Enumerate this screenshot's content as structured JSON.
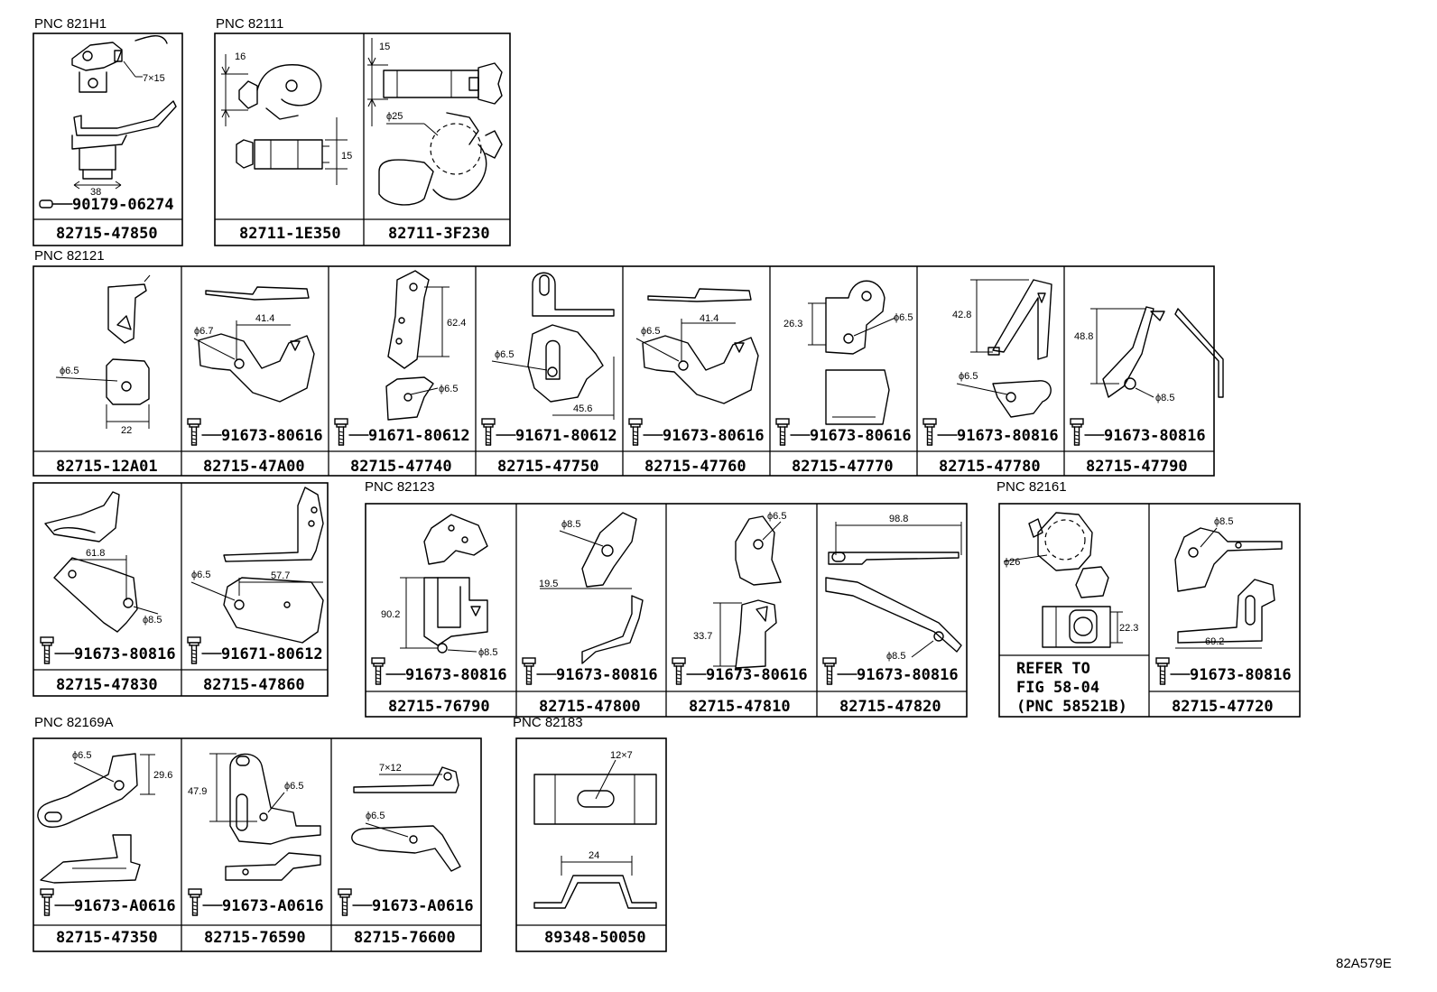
{
  "diagram_id": "82A579E",
  "groups": [
    {
      "pnc": "PNC 821H1",
      "cells": [
        {
          "part": "82715-47850",
          "fastener": "90179-06274",
          "dims": [
            "7×15",
            "38"
          ]
        }
      ]
    },
    {
      "pnc": "PNC 82111",
      "cells": [
        {
          "part": "82711-1E350",
          "dims": [
            "16",
            "15"
          ]
        },
        {
          "part": "82711-3F230",
          "dims": [
            "15",
            "ϕ25"
          ]
        }
      ]
    },
    {
      "pnc": "PNC 82121",
      "cells": [
        {
          "part": "82715-12A01",
          "dims": [
            "ϕ6.5",
            "22"
          ]
        },
        {
          "part": "82715-47A00",
          "fastener": "91673-80616",
          "dims": [
            "ϕ6.7",
            "41.4"
          ]
        },
        {
          "part": "82715-47740",
          "fastener": "91671-80612",
          "dims": [
            "62.4",
            "ϕ6.5"
          ]
        },
        {
          "part": "82715-47750",
          "fastener": "91671-80612",
          "dims": [
            "ϕ6.5",
            "45.6"
          ]
        },
        {
          "part": "82715-47760",
          "fastener": "91673-80616",
          "dims": [
            "ϕ6.5",
            "41.4"
          ]
        },
        {
          "part": "82715-47770",
          "fastener": "91673-80616",
          "dims": [
            "26.3",
            "ϕ6.5"
          ]
        },
        {
          "part": "82715-47780",
          "fastener": "91673-80816",
          "dims": [
            "42.8",
            "ϕ6.5"
          ]
        },
        {
          "part": "82715-47790",
          "fastener": "91673-80816",
          "dims": [
            "48.8",
            "ϕ8.5"
          ]
        },
        {
          "part": "82715-47830",
          "fastener": "91673-80816",
          "dims": [
            "61.8",
            "ϕ8.5"
          ]
        },
        {
          "part": "82715-47860",
          "fastener": "91671-80612",
          "dims": [
            "ϕ6.5",
            "57.7"
          ]
        }
      ]
    },
    {
      "pnc": "PNC 82123",
      "cells": [
        {
          "part": "82715-76790",
          "fastener": "91673-80816",
          "dims": [
            "90.2",
            "ϕ8.5"
          ]
        },
        {
          "part": "82715-47800",
          "fastener": "91673-80816",
          "dims": [
            "ϕ8.5",
            "19.5"
          ]
        },
        {
          "part": "82715-47810",
          "fastener": "91673-80616",
          "dims": [
            "ϕ6.5",
            "33.7"
          ]
        },
        {
          "part": "82715-47820",
          "fastener": "91673-80816",
          "dims": [
            "98.8",
            "ϕ8.5"
          ]
        }
      ]
    },
    {
      "pnc": "PNC 82161",
      "cells": [
        {
          "refer": [
            "REFER TO",
            "FIG 58-04",
            "(PNC 58521B)"
          ],
          "dims": [
            "ϕ26",
            "22.3"
          ]
        },
        {
          "part": "82715-47720",
          "fastener": "91673-80816",
          "dims": [
            "ϕ8.5",
            "69.2"
          ]
        }
      ]
    },
    {
      "pnc": "PNC 82169A",
      "cells": [
        {
          "part": "82715-47350",
          "fastener": "91673-A0616",
          "dims": [
            "ϕ6.5",
            "29.6"
          ]
        },
        {
          "part": "82715-76590",
          "fastener": "91673-A0616",
          "dims": [
            "47.9",
            "ϕ6.5"
          ]
        },
        {
          "part": "82715-76600",
          "fastener": "91673-A0616",
          "dims": [
            "7×12",
            "ϕ6.5"
          ]
        }
      ]
    },
    {
      "pnc": "PNC 82183",
      "cells": [
        {
          "part": "89348-50050",
          "dims": [
            "12×7",
            "24"
          ]
        }
      ]
    }
  ]
}
